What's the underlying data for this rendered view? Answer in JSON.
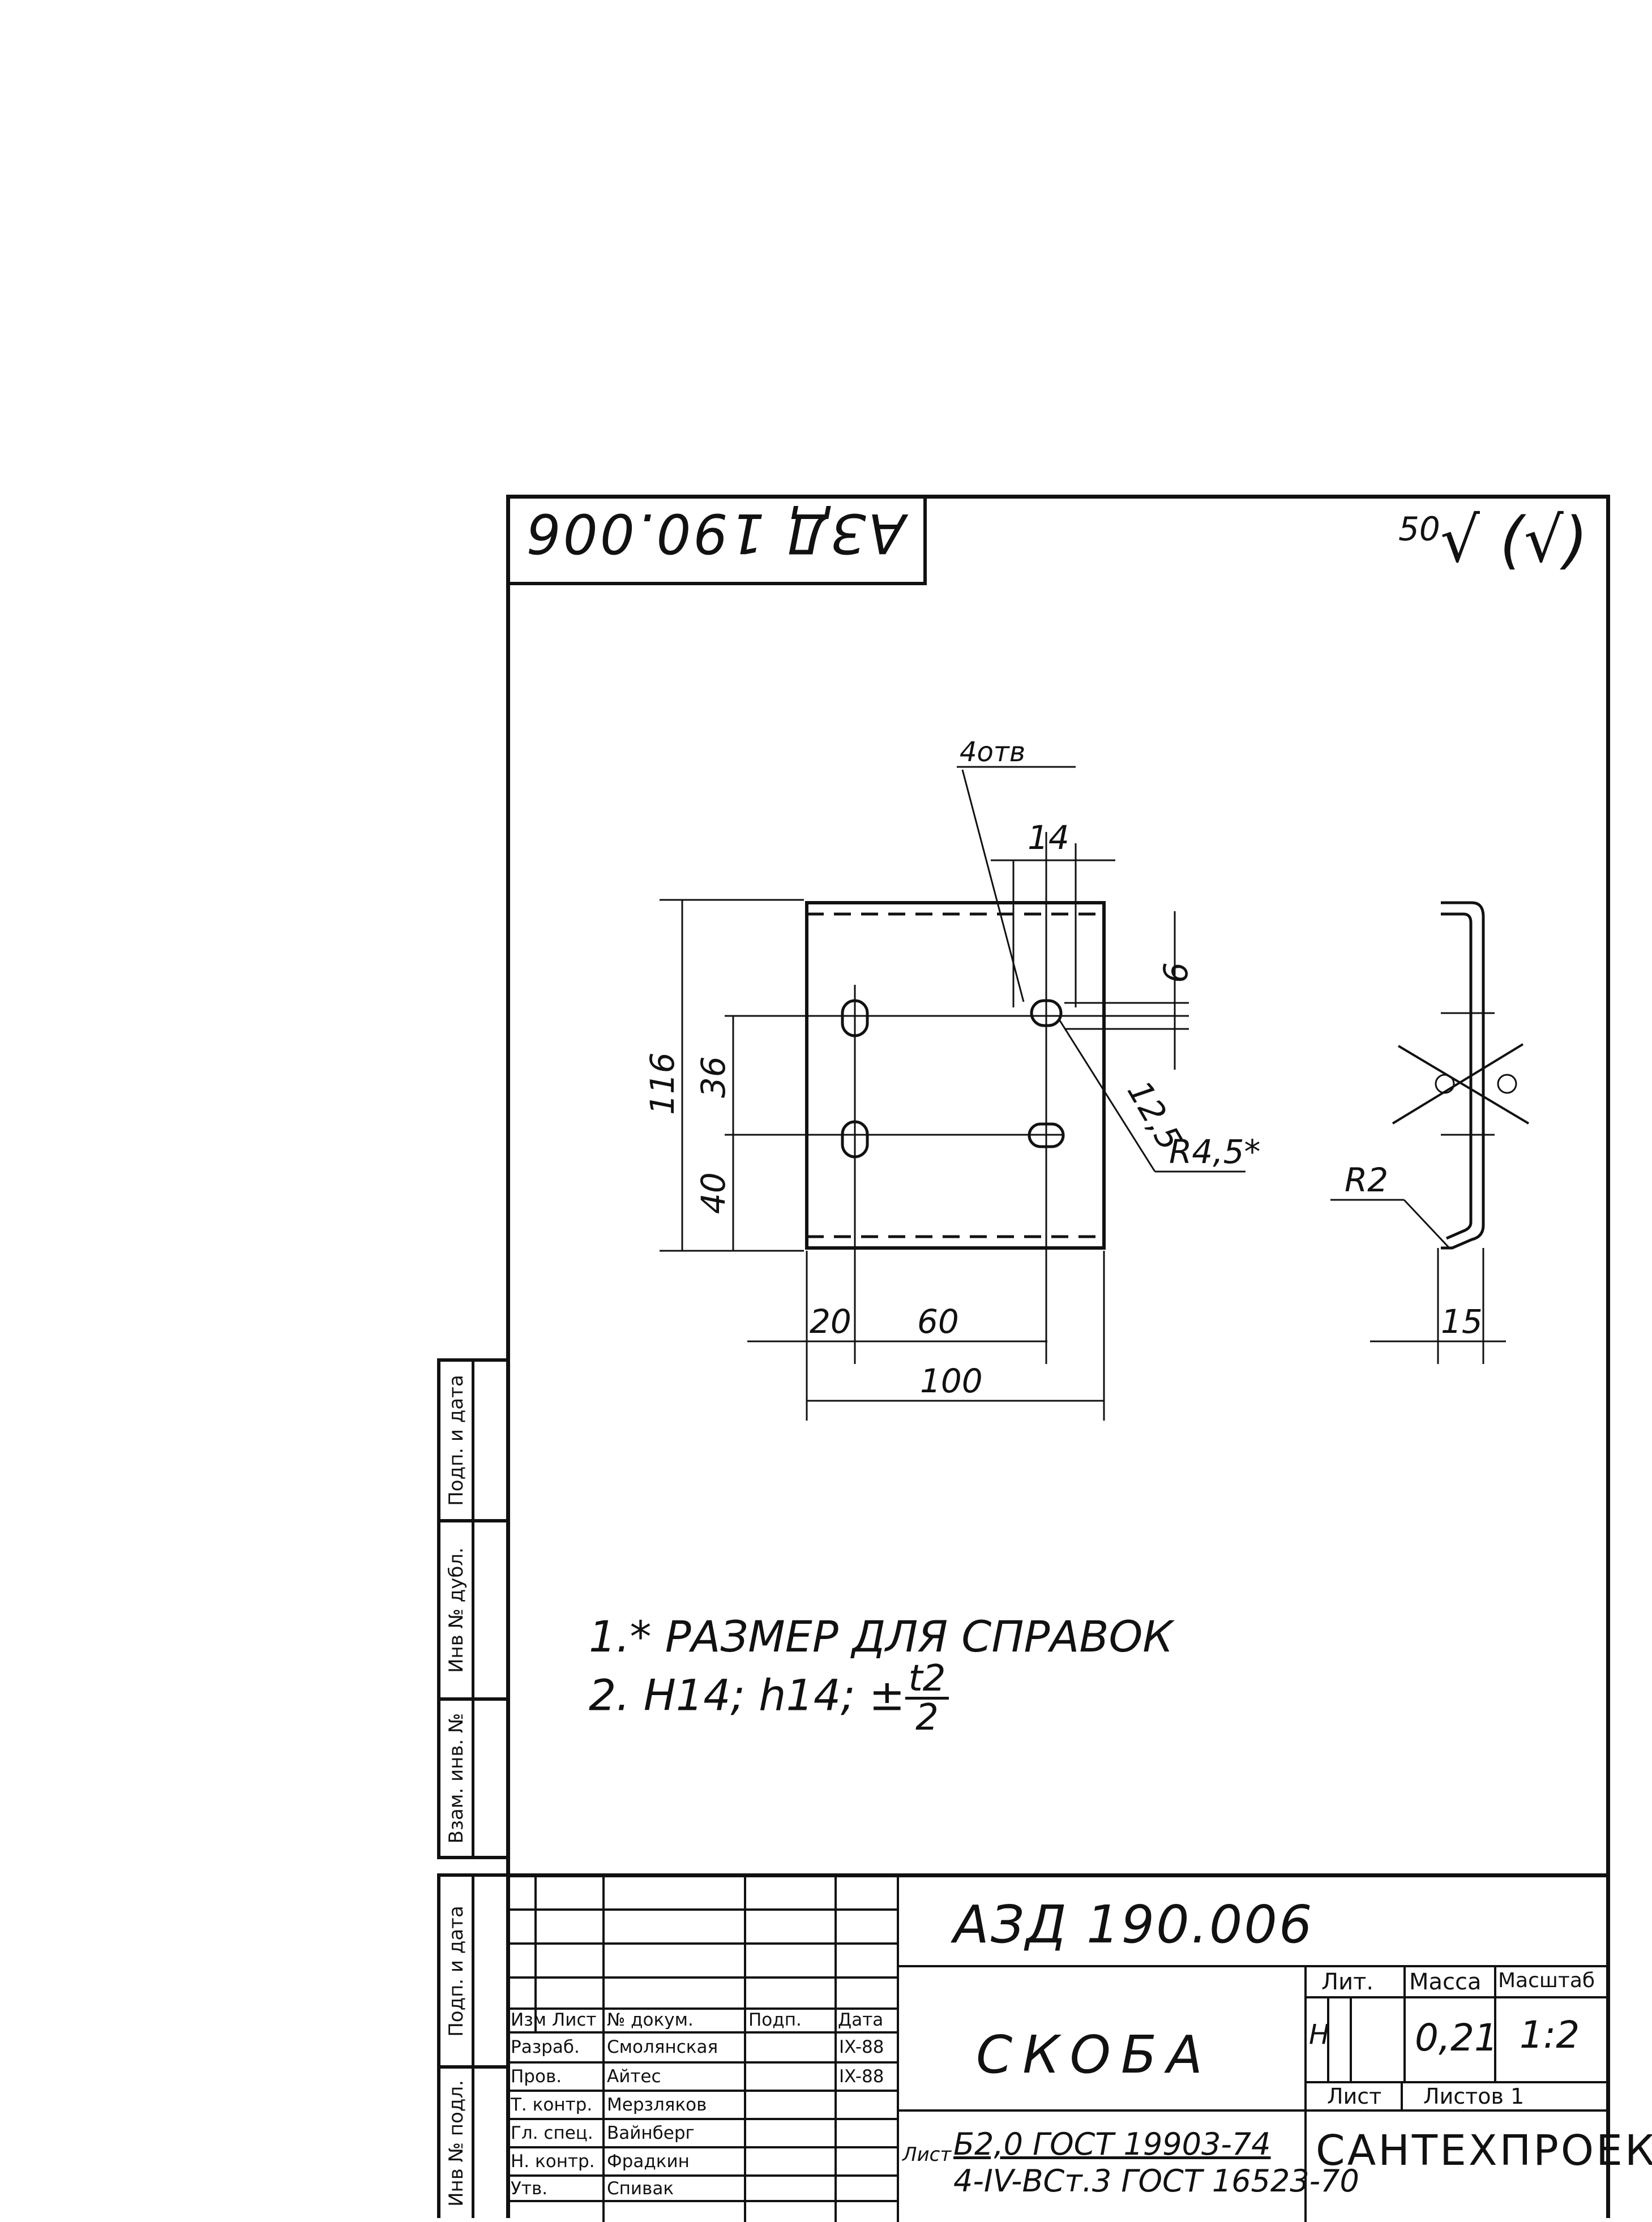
{
  "drawing": {
    "rotated_stamp": "АЗД 190.006",
    "roughness": {
      "value": "50",
      "symbol": "√ (√)"
    },
    "labels": {
      "holes": "4отв",
      "d14": "14",
      "d9": "9",
      "d12_5": "12,5",
      "r4_5": "R4,5*",
      "d116": "116",
      "d36": "36",
      "d40": "40",
      "d20": "20",
      "d60": "60",
      "d100": "100",
      "r2": "R2",
      "d15": "15"
    }
  },
  "notes": {
    "line1_num": "1.*",
    "line1_text": "РАЗМЕР ДЛЯ СПРАВОК",
    "line2_num": "2.",
    "line2_text": "H14; h14; ±",
    "line2_frac_num": "t2",
    "line2_frac_den": "2"
  },
  "side_strip": {
    "sign_date": "Подп. и дата",
    "inv_dubl": "Инв № дубл.",
    "vzam_inv": "Взам. инв. №",
    "sign_date2": "Подп. и дата",
    "inv_podl": "Инв № подл."
  },
  "title_block": {
    "doc_number": "АЗД 190.006",
    "doc_name": "СКОБА",
    "headers": {
      "izm": "Изм",
      "list": "Лист",
      "nomer_dokum": "№ докум.",
      "podp": "Подп.",
      "data": "Дата"
    },
    "roles": [
      {
        "role": "Разраб.",
        "name": "Смолянская"
      },
      {
        "role": "Пров.",
        "name": "Айтес"
      },
      {
        "role": "Т. контр.",
        "name": "Мерзляков"
      },
      {
        "role": "Гл. спец.",
        "name": "Вайнберг"
      },
      {
        "role": "Н. контр.",
        "name": "Фрадкин"
      },
      {
        "role": "Утв.",
        "name": "Спивак"
      }
    ],
    "dates": [
      "IX-88",
      "IX-88"
    ],
    "lit_label": "Лит.",
    "mass_label": "Масса",
    "scale_label": "Масштаб",
    "lit_value": "Н",
    "mass_value": "0,21",
    "scale_value": "1:2",
    "sheet_label": "Лист",
    "sheets_label": "Листов 1",
    "material_prefix": "Лист",
    "material_line1": "Б2,0 ГОСТ 19903-74",
    "material_line2": "4-IV-ВСт.3 ГОСТ 16523-70",
    "organization": "САНТЕХПРОЕКТ"
  }
}
